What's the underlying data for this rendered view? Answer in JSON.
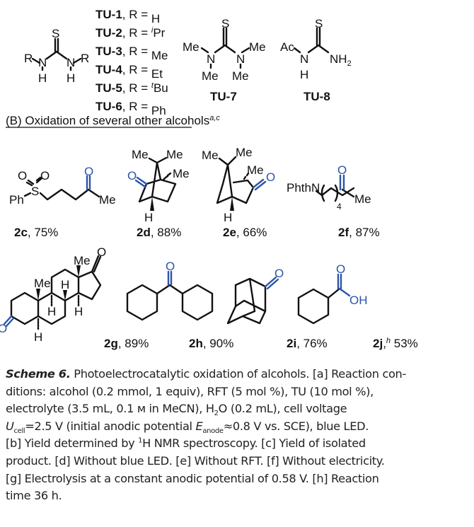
{
  "thioureas": {
    "generic": {
      "S": "S",
      "R": "R",
      "N": "N",
      "H": "H"
    },
    "list": [
      {
        "id": "TU-1",
        "r": "H",
        "sup": ""
      },
      {
        "id": "TU-2",
        "r": "Pr",
        "sup": "i"
      },
      {
        "id": "TU-3",
        "r": "Me",
        "sup": ""
      },
      {
        "id": "TU-4",
        "r": "Et",
        "sup": ""
      },
      {
        "id": "TU-5",
        "r": "Bu",
        "sup": "t"
      },
      {
        "id": "TU-6",
        "r": "Ph",
        "sup": ""
      }
    ],
    "r_eq": ", R = ",
    "tu7": {
      "id": "TU-7",
      "me": "Me",
      "n": "N",
      "s": "S"
    },
    "tu8": {
      "id": "TU-8",
      "ac": "Ac",
      "n": "N",
      "h": "H",
      "s": "S",
      "nh": "NH",
      "sub": "2"
    }
  },
  "section_b": {
    "title": "(B) Oxidation of several other alcohols",
    "sup": "a,c"
  },
  "atoms": {
    "O": "O",
    "S": "S",
    "Ph": "Ph",
    "Me": "Me",
    "H": "H",
    "PhthN": "PhthN",
    "n4": "4",
    "OH": "OH"
  },
  "products": [
    {
      "id": "2c",
      "yield": ", 75%",
      "sup": ""
    },
    {
      "id": "2d",
      "yield": ", 88%",
      "sup": ""
    },
    {
      "id": "2e",
      "yield": ", 66%",
      "sup": ""
    },
    {
      "id": "2f",
      "yield": ", 87%",
      "sup": ""
    },
    {
      "id": "2g",
      "yield": ", 89%",
      "sup": ""
    },
    {
      "id": "2h",
      "yield": ", 90%",
      "sup": ""
    },
    {
      "id": "2i",
      "yield": ", 76%",
      "sup": ""
    },
    {
      "id": "2j",
      "yield": " 53%",
      "sup": "h"
    }
  ],
  "caption": {
    "label": "Scheme 6.",
    "l1": " Photoelectrocatalytic oxidation of alcohols. [a] Reaction con-",
    "l2": "ditions: alcohol (0.2 mmol, 1 equiv), RFT (5 mol %), TU (10 mol %),",
    "l3a": "electrolyte (3.5 mL, 0.1 м in MeCN), H",
    "l3sub": "2",
    "l3b": "O (0.2 mL), cell voltage",
    "l4U": "U",
    "l4Usub": "cell",
    "l4a": "=2.5 V (initial anodic potential ",
    "l4E": "E",
    "l4Esub": "anode",
    "l4b": "≈0.8 V vs. SCE), blue LED.",
    "l5a": "[b] Yield determined by ",
    "l5sup": "1",
    "l5b": "H NMR spectroscopy. [c] Yield of isolated",
    "l6": "product. [d] Without blue LED. [e] Without RFT. [f] Without electricity.",
    "l7": "[g] Electrolysis at a constant anodic potential of 0.58 V. [h] Reaction",
    "l8": "time 36 h."
  },
  "colors": {
    "carbonyl": "#2b55a8",
    "text": "#111111"
  }
}
